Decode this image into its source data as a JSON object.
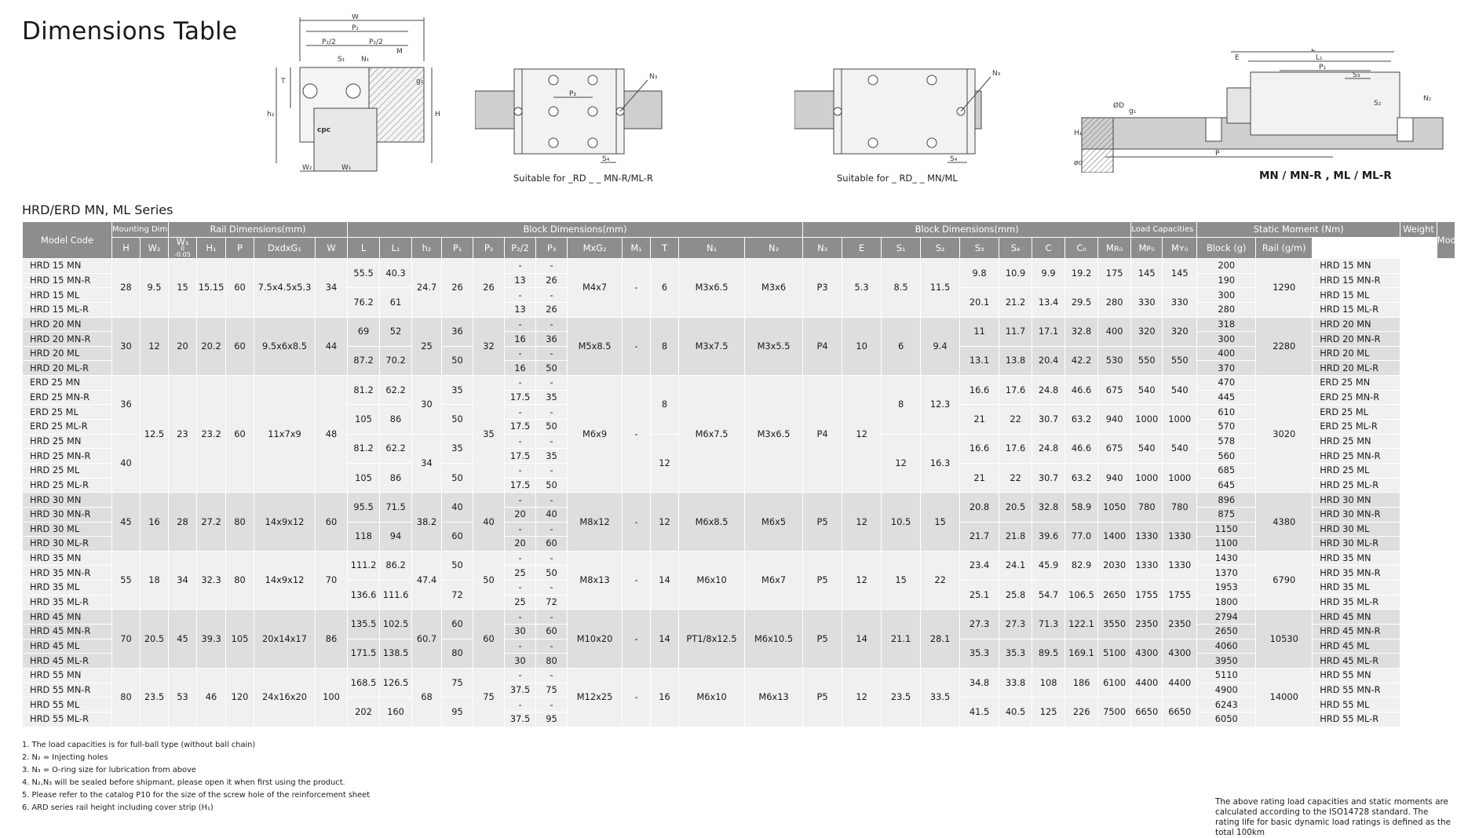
{
  "page_title": "Dimensions Table",
  "series_title": "HRD/ERD MN, ML Series",
  "figures": {
    "front": {
      "labels": [
        "W",
        "P₂",
        "P₂/2",
        "P₂/2",
        "S₁",
        "N₁",
        "M",
        "T",
        "h₂",
        "g₂",
        "H",
        "W₂",
        "W₁"
      ],
      "logo": "cpc"
    },
    "side1": {
      "caption": "Suitable for  _RD _ _ MN-R/ML-R",
      "labels": [
        "N₃",
        "P₃",
        "S₄"
      ]
    },
    "side2": {
      "caption": "Suitable for  _ RD_ _ MN/ML",
      "labels": [
        "N₃",
        "S₄"
      ]
    },
    "top": {
      "caption": "MN / MN-R , ML / ML-R",
      "labels": [
        "E",
        "L",
        "L₁",
        "P₁",
        "S₃",
        "S₂",
        "N₂",
        "ØD",
        "g₁",
        "H₁",
        "ød",
        "P"
      ]
    }
  },
  "table": {
    "header_groups": [
      "Model Code",
      "Mounting Dimensions",
      "Rail Dimensions(mm)",
      "Block Dimensions(mm)",
      "Block Dimensions(mm)",
      "Load Capacities (KN)",
      "Static Moment (Nm)",
      "Weight",
      "Model Code"
    ],
    "columns": [
      "H",
      "W₂",
      "W₁",
      "H₁",
      "P",
      "DxdxG₁",
      "W",
      "L",
      "L₁",
      "h₂",
      "P₁",
      "P₂",
      "P₂/2",
      "P₃",
      "MxG₂",
      "M₁",
      "T",
      "N₁",
      "N₂",
      "N₃",
      "E",
      "S₁",
      "S₂",
      "S₃",
      "S₄",
      "C",
      "C₀",
      "Mʀ₀",
      "Mᴘ₀",
      "Mʏ₀",
      "Block (g)",
      "Rail (g/m)"
    ],
    "w1_sub": [
      "0",
      "-0.05"
    ],
    "groups": [
      {
        "rows": [
          "HRD 15 MN",
          "HRD 15 MN-R",
          "HRD 15 ML",
          "HRD 15 ML-R"
        ],
        "H": "28",
        "W2": "9.5",
        "W1": "15",
        "H1": "15.15",
        "P": "60",
        "Ddg": "7.5x4.5x5.3",
        "W": "34",
        "L": [
          "55.5",
          "76.2"
        ],
        "L1": [
          "40.3",
          "61"
        ],
        "h2": "24.7",
        "P1": "26",
        "P2": "26",
        "P22": [
          "-",
          "13",
          "-",
          "13"
        ],
        "P3": [
          "-",
          "26",
          "-",
          "26"
        ],
        "MG2": "M4x7",
        "M1": "-",
        "T": "6",
        "N1": "M3x6.5",
        "N2": "M3x6",
        "N3": "P3",
        "E": "5.3",
        "S1": "8.5",
        "S2": "11.5",
        "S3": [
          "9.8",
          "20.1"
        ],
        "S4": [
          "10.9",
          "21.2"
        ],
        "C": [
          "9.9",
          "13.4"
        ],
        "C0": [
          "19.2",
          "29.5"
        ],
        "MR": [
          "175",
          "280"
        ],
        "MP": [
          "145",
          "330"
        ],
        "MY": [
          "145",
          "330"
        ],
        "block": [
          "200",
          "190",
          "300",
          "280"
        ],
        "rail": "1290"
      },
      {
        "rows": [
          "HRD 20 MN",
          "HRD 20 MN-R",
          "HRD 20 ML",
          "HRD 20 ML-R"
        ],
        "H": "30",
        "W2": "12",
        "W1": "20",
        "H1": "20.2",
        "P": "60",
        "Ddg": "9.5x6x8.5",
        "W": "44",
        "L": [
          "69",
          "87.2"
        ],
        "L1": [
          "52",
          "70.2"
        ],
        "h2": "25",
        "P1": [
          "36",
          "50"
        ],
        "P2": "32",
        "P22": [
          "-",
          "16",
          "-",
          "16"
        ],
        "P3": [
          "-",
          "36",
          "-",
          "50"
        ],
        "MG2": "M5x8.5",
        "M1": "-",
        "T": "8",
        "N1": "M3x7.5",
        "N2": "M3x5.5",
        "N3": "P4",
        "E": "10",
        "S1": "6",
        "S2": "9.4",
        "S3": [
          "11",
          "13.1"
        ],
        "S4": [
          "11.7",
          "13.8"
        ],
        "C": [
          "17.1",
          "20.4"
        ],
        "C0": [
          "32.8",
          "42.2"
        ],
        "MR": [
          "400",
          "530"
        ],
        "MP": [
          "320",
          "550"
        ],
        "MY": [
          "320",
          "550"
        ],
        "block": [
          "318",
          "300",
          "400",
          "370"
        ],
        "rail": "2280"
      },
      {
        "rows": [
          "ERD 25 MN",
          "ERD 25 MN-R",
          "ERD 25 ML",
          "ERD 25 ML-R",
          "HRD 25 MN",
          "HRD 25 MN-R",
          "HRD 25 ML",
          "HRD 25 ML-R"
        ],
        "H": [
          "36",
          "40"
        ],
        "W2": "12.5",
        "W1": "23",
        "H1": "23.2",
        "P": "60",
        "Ddg": "11x7x9",
        "W": "48",
        "L": [
          "81.2",
          "105",
          "81.2",
          "105"
        ],
        "L1": [
          "62.2",
          "86",
          "62.2",
          "86"
        ],
        "h2": [
          "30",
          "34"
        ],
        "P1": [
          "35",
          "50",
          "35",
          "50"
        ],
        "P2": "35",
        "P22": [
          "-",
          "17.5",
          "-",
          "17.5",
          "-",
          "17.5",
          "-",
          "17.5"
        ],
        "P3": [
          "-",
          "35",
          "-",
          "50",
          "-",
          "35",
          "-",
          "50"
        ],
        "MG2": "M6x9",
        "M1": "-",
        "T": [
          "8",
          "12"
        ],
        "N1": "M6x7.5",
        "N2": "M3x6.5",
        "N3": "P4",
        "E": "12",
        "S1": [
          "8",
          "12"
        ],
        "S2": [
          "12.3",
          "16.3"
        ],
        "S3": [
          "16.6",
          "21",
          "16.6",
          "21"
        ],
        "S4": [
          "17.6",
          "22",
          "17.6",
          "22"
        ],
        "C": [
          "24.8",
          "30.7",
          "24.8",
          "30.7"
        ],
        "C0": [
          "46.6",
          "63.2",
          "46.6",
          "63.2"
        ],
        "MR": [
          "675",
          "940",
          "675",
          "940"
        ],
        "MP": [
          "540",
          "1000",
          "540",
          "1000"
        ],
        "MY": [
          "540",
          "1000",
          "540",
          "1000"
        ],
        "block": [
          "470",
          "445",
          "610",
          "570",
          "578",
          "560",
          "685",
          "645"
        ],
        "rail": "3020"
      },
      {
        "rows": [
          "HRD 30 MN",
          "HRD 30 MN-R",
          "HRD 30 ML",
          "HRD 30 ML-R"
        ],
        "H": "45",
        "W2": "16",
        "W1": "28",
        "H1": "27.2",
        "P": "80",
        "Ddg": "14x9x12",
        "W": "60",
        "L": [
          "95.5",
          "118"
        ],
        "L1": [
          "71.5",
          "94"
        ],
        "h2": "38.2",
        "P1": [
          "40",
          "60"
        ],
        "P2": "40",
        "P22": [
          "-",
          "20",
          "-",
          "20"
        ],
        "P3": [
          "-",
          "40",
          "-",
          "60"
        ],
        "MG2": "M8x12",
        "M1": "-",
        "T": "12",
        "N1": "M6x8.5",
        "N2": "M6x5",
        "N3": "P5",
        "E": "12",
        "S1": "10.5",
        "S2": "15",
        "S3": [
          "20.8",
          "21.7"
        ],
        "S4": [
          "20.5",
          "21.8"
        ],
        "C": [
          "32.8",
          "39.6"
        ],
        "C0": [
          "58.9",
          "77.0"
        ],
        "MR": [
          "1050",
          "1400"
        ],
        "MP": [
          "780",
          "1330"
        ],
        "MY": [
          "780",
          "1330"
        ],
        "block": [
          "896",
          "875",
          "1150",
          "1100"
        ],
        "rail": "4380"
      },
      {
        "rows": [
          "HRD 35 MN",
          "HRD 35 MN-R",
          "HRD 35 ML",
          "HRD 35 ML-R"
        ],
        "H": "55",
        "W2": "18",
        "W1": "34",
        "H1": "32.3",
        "P": "80",
        "Ddg": "14x9x12",
        "W": "70",
        "L": [
          "111.2",
          "136.6"
        ],
        "L1": [
          "86.2",
          "111.6"
        ],
        "h2": "47.4",
        "P1": [
          "50",
          "72"
        ],
        "P2": "50",
        "P22": [
          "-",
          "25",
          "-",
          "25"
        ],
        "P3": [
          "-",
          "50",
          "-",
          "72"
        ],
        "MG2": "M8x13",
        "M1": "-",
        "T": "14",
        "N1": "M6x10",
        "N2": "M6x7",
        "N3": "P5",
        "E": "12",
        "S1": "15",
        "S2": "22",
        "S3": [
          "23.4",
          "25.1"
        ],
        "S4": [
          "24.1",
          "25.8"
        ],
        "C": [
          "45.9",
          "54.7"
        ],
        "C0": [
          "82.9",
          "106.5"
        ],
        "MR": [
          "2030",
          "2650"
        ],
        "MP": [
          "1330",
          "1755"
        ],
        "MY": [
          "1330",
          "1755"
        ],
        "block": [
          "1430",
          "1370",
          "1953",
          "1800"
        ],
        "rail": "6790"
      },
      {
        "rows": [
          "HRD 45 MN",
          "HRD 45 MN-R",
          "HRD 45 ML",
          "HRD 45 ML-R"
        ],
        "H": "70",
        "W2": "20.5",
        "W1": "45",
        "H1": "39.3",
        "P": "105",
        "Ddg": "20x14x17",
        "W": "86",
        "L": [
          "135.5",
          "171.5"
        ],
        "L1": [
          "102.5",
          "138.5"
        ],
        "h2": "60.7",
        "P1": [
          "60",
          "80"
        ],
        "P2": "60",
        "P22": [
          "-",
          "30",
          "-",
          "30"
        ],
        "P3": [
          "-",
          "60",
          "-",
          "80"
        ],
        "MG2": "M10x20",
        "M1": "-",
        "T": "14",
        "N1": "PT1/8x12.5",
        "N2": "M6x10.5",
        "N3": "P5",
        "E": "14",
        "S1": "21.1",
        "S2": "28.1",
        "S3": [
          "27.3",
          "35.3"
        ],
        "S4": [
          "27.3",
          "35.3"
        ],
        "C": [
          "71.3",
          "89.5"
        ],
        "C0": [
          "122.1",
          "169.1"
        ],
        "MR": [
          "3550",
          "5100"
        ],
        "MP": [
          "2350",
          "4300"
        ],
        "MY": [
          "2350",
          "4300"
        ],
        "block": [
          "2794",
          "2650",
          "4060",
          "3950"
        ],
        "rail": "10530"
      },
      {
        "rows": [
          "HRD 55 MN",
          "HRD 55 MN-R",
          "HRD 55 ML",
          "HRD 55 ML-R"
        ],
        "H": "80",
        "W2": "23.5",
        "W1": "53",
        "H1": "46",
        "P": "120",
        "Ddg": "24x16x20",
        "W": "100",
        "L": [
          "168.5",
          "202"
        ],
        "L1": [
          "126.5",
          "160"
        ],
        "h2": "68",
        "P1": [
          "75",
          "95"
        ],
        "P2": "75",
        "P22": [
          "-",
          "37.5",
          "-",
          "37.5"
        ],
        "P3": [
          "-",
          "75",
          "-",
          "95"
        ],
        "MG2": "M12x25",
        "M1": "-",
        "T": "16",
        "N1": "M6x10",
        "N2": "M6x13",
        "N3": "P5",
        "E": "12",
        "S1": "23.5",
        "S2": "33.5",
        "S3": [
          "34.8",
          "41.5"
        ],
        "S4": [
          "33.8",
          "40.5"
        ],
        "C": [
          "108",
          "125"
        ],
        "C0": [
          "186",
          "226"
        ],
        "MR": [
          "6100",
          "7500"
        ],
        "MP": [
          "4400",
          "6650"
        ],
        "MY": [
          "4400",
          "6650"
        ],
        "block": [
          "5110",
          "4900",
          "6243",
          "6050"
        ],
        "rail": "14000"
      }
    ]
  },
  "notes": [
    "1. The load capacities is for full-ball type (without ball chain)",
    "2. N₂ = Injecting holes",
    "3. N₃ = O-ring size for lubrication from above",
    "4. N₂,N₃ will be sealed before shipmant, please open it when first using the product.",
    "5. Please refer to the catalog P10 for the size of the screw hole of the reinforcement sheet",
    "6. ARD series rail height including cover strip (H₁)"
  ],
  "disclaimer": "The above rating load capacities and static moments are calculated according to the ISO14728 standard. The rating life for basic dynamic load ratings is defined as the total 100km",
  "colors": {
    "header": "#8d8d8d",
    "row_light": "#f0f0f0",
    "row_dark": "#dedede",
    "drawing": "#444444"
  }
}
